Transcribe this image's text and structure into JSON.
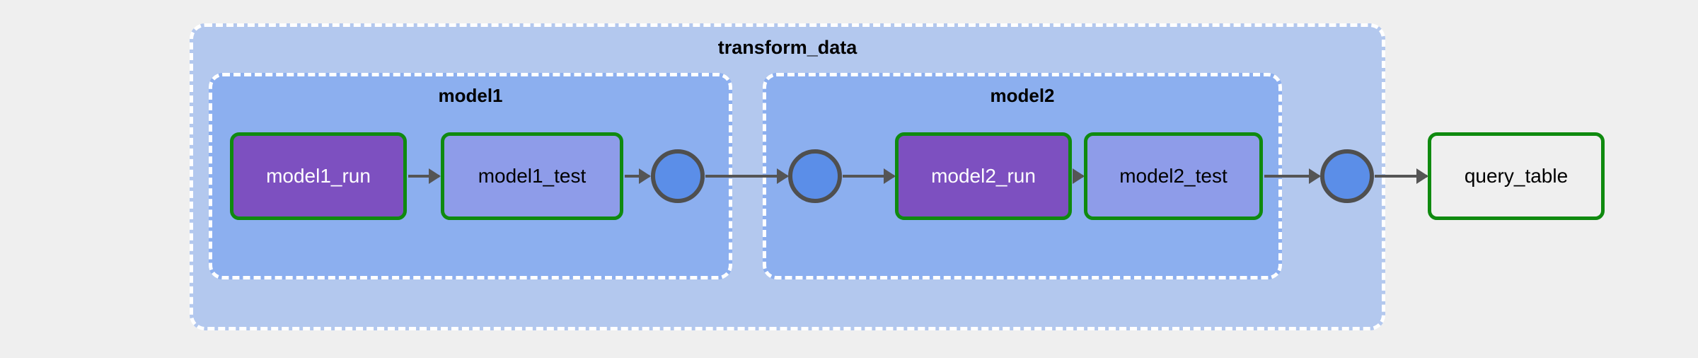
{
  "diagram": {
    "title": "transform_data",
    "background_color": "#efefef",
    "clusters": [
      {
        "id": "transform_data",
        "label": "transform_data",
        "fill_color": "#b3c8ee",
        "border_color": "#ffffff",
        "border_style": "dashed"
      },
      {
        "id": "model1",
        "label": "model1",
        "fill_color": "#8cafef",
        "border_color": "#ffffff",
        "border_style": "dashed"
      },
      {
        "id": "model2",
        "label": "model2",
        "fill_color": "#8cafef",
        "border_color": "#ffffff",
        "border_style": "dashed"
      }
    ],
    "nodes": [
      {
        "id": "model1_run",
        "label": "model1_run",
        "shape": "rounded-rect",
        "fill_color": "#7d50c0",
        "text_color": "#ffffff",
        "border_color": "#0f8a0f"
      },
      {
        "id": "model1_test",
        "label": "model1_test",
        "shape": "rounded-rect",
        "fill_color": "#8e9ce9",
        "text_color": "#000000",
        "border_color": "#0f8a0f"
      },
      {
        "id": "circle1",
        "label": "",
        "shape": "circle",
        "fill_color": "#5b8ee8",
        "text_color": "#000000",
        "border_color": "#4f4f4f"
      },
      {
        "id": "circle2",
        "label": "",
        "shape": "circle",
        "fill_color": "#5b8ee8",
        "text_color": "#000000",
        "border_color": "#4f4f4f"
      },
      {
        "id": "model2_run",
        "label": "model2_run",
        "shape": "rounded-rect",
        "fill_color": "#7d50c0",
        "text_color": "#ffffff",
        "border_color": "#0f8a0f"
      },
      {
        "id": "model2_test",
        "label": "model2_test",
        "shape": "rounded-rect",
        "fill_color": "#8e9ce9",
        "text_color": "#000000",
        "border_color": "#0f8a0f"
      },
      {
        "id": "circle3",
        "label": "",
        "shape": "circle",
        "fill_color": "#5b8ee8",
        "text_color": "#000000",
        "border_color": "#4f4f4f"
      },
      {
        "id": "query_table",
        "label": "query_table",
        "shape": "rounded-rect",
        "fill_color": "#efefef",
        "text_color": "#000000",
        "border_color": "#0f8a0f"
      }
    ],
    "edges": [
      {
        "from": "model1_run",
        "to": "model1_test"
      },
      {
        "from": "model1_test",
        "to": "circle1"
      },
      {
        "from": "circle1",
        "to": "circle2"
      },
      {
        "from": "circle2",
        "to": "model2_run"
      },
      {
        "from": "model2_run",
        "to": "model2_test"
      },
      {
        "from": "model2_test",
        "to": "circle3"
      },
      {
        "from": "circle3",
        "to": "query_table"
      }
    ],
    "edge_color": "#555555"
  }
}
